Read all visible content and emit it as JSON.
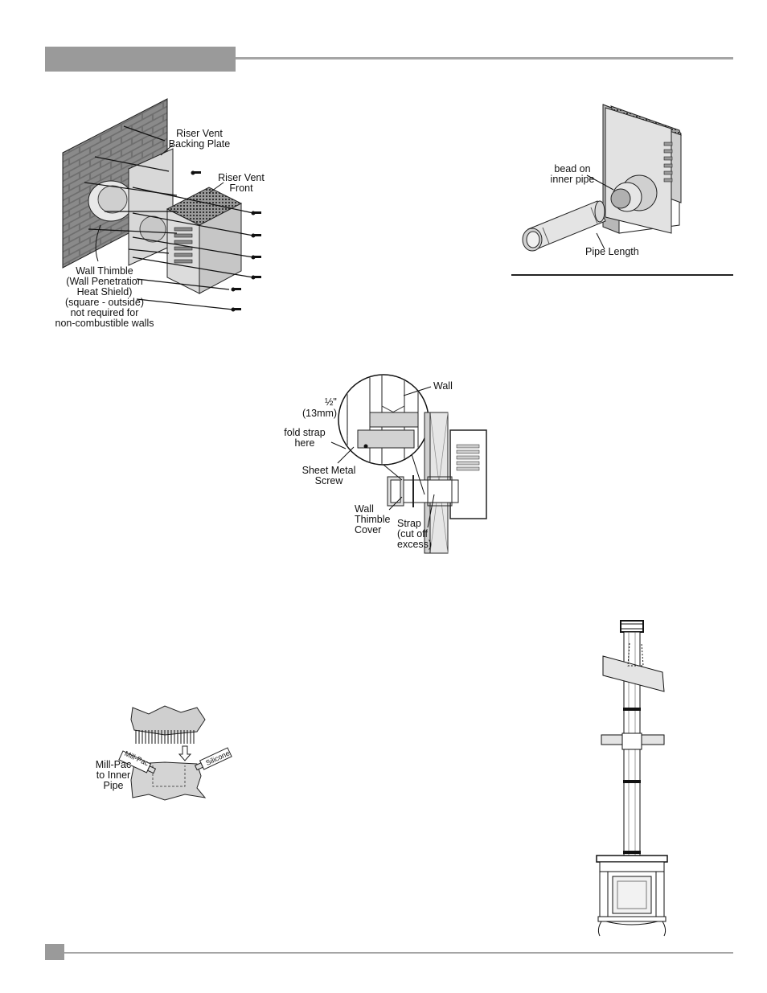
{
  "figure1": {
    "backing_plate_label": "Riser Vent\nBacking Plate",
    "front_label": "Riser Vent\nFront",
    "thimble_label": "Wall Thimble\n(Wall Penetration\nHeat Shield)\n(square - outside)\nnot required for\nnon-combustible walls"
  },
  "figure2": {
    "bead_label": "bead on\ninner pipe",
    "pipe_length_label": "Pipe Length"
  },
  "figure3": {
    "wall_label": "Wall",
    "half_inch_label": "½\"",
    "mm_label": "(13mm)",
    "fold_strap_label": "fold strap\nhere",
    "screw_label": "Sheet Metal\nScrew",
    "thimble_cover_label": "Wall\nThimble\nCover",
    "strap_label": "Strap\n(cut off\nexcess)"
  },
  "figure4": {
    "millpac_tube": "Mill-Pac",
    "silicone_tube": "Silicone",
    "millpac_label": "Mill-Pac\nto Inner\nPipe"
  }
}
